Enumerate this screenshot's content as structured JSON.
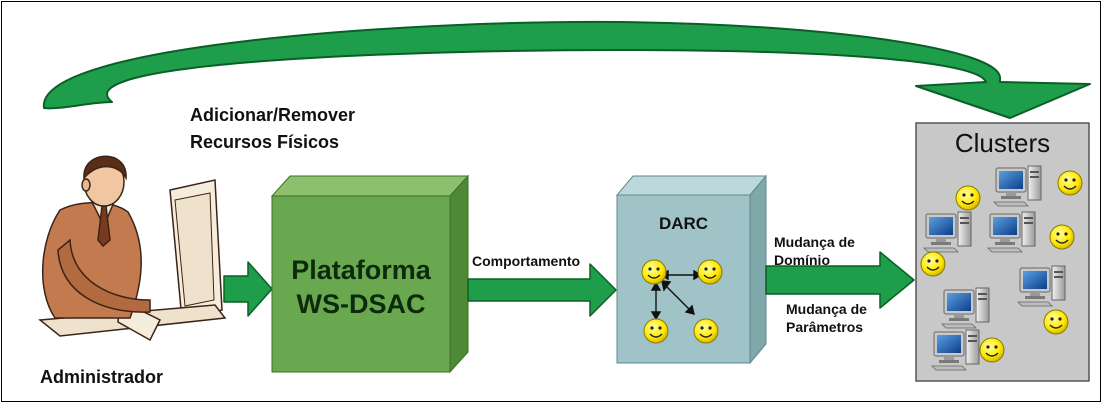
{
  "loop_arrow": {
    "label_line1": "Adicionar/Remover",
    "label_line2": "Recursos Físicos"
  },
  "administrator": {
    "label": "Administrador"
  },
  "platform": {
    "line1": "Plataforma",
    "line2": "WS-DSAC"
  },
  "arrow_platform_darc": {
    "label": "Comportamento"
  },
  "darc": {
    "title": "DARC"
  },
  "arrow_darc_clusters": {
    "label_top_line1": "Mudança de",
    "label_top_line2": "Domínio",
    "label_bottom_line1": "Mudança de",
    "label_bottom_line2": "Parâmetros"
  },
  "clusters": {
    "title": "Clusters"
  },
  "colors": {
    "arrow_green": "#1e9e4a",
    "platform_front": "#6aa84f",
    "platform_side": "#4e8a36",
    "platform_top": "#8cc06c",
    "darc_front": "#9fc3c6",
    "darc_side": "#7fa8ab",
    "darc_top": "#bcd8da",
    "clusters_bg": "#c8c8c8",
    "smiley": "#ffee33"
  }
}
